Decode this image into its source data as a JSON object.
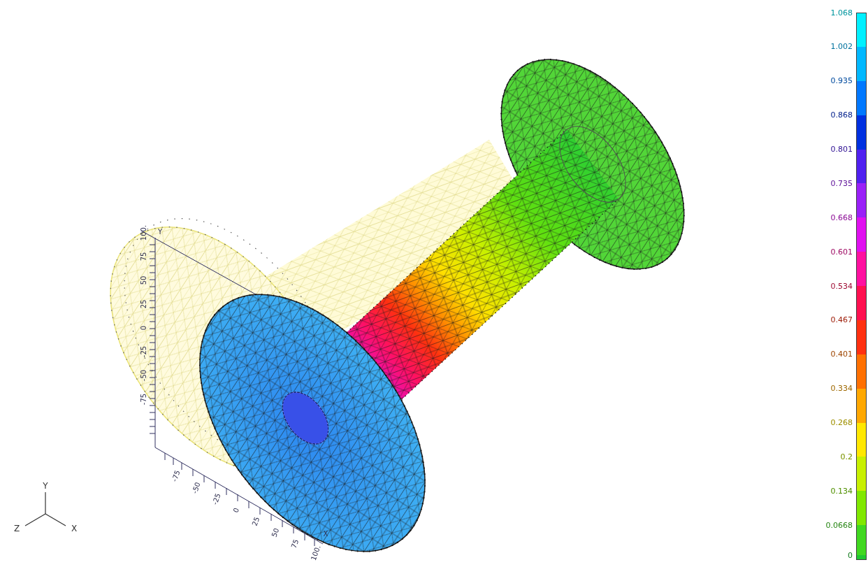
{
  "diagram": {
    "labels": [
      "100.",
      "75",
      "50",
      "25",
      "0",
      "-25",
      "-50",
      "-75",
      "Y",
      "-75",
      "-50",
      "-25",
      "0",
      "25",
      "50",
      "75",
      "100.",
      "X",
      "Y",
      "Z",
      "X"
    ],
    "legend": [
      {
        "text": "1.068",
        "color": "#00f0ff"
      },
      {
        "text": "1.002",
        "color": "#00b8ff"
      },
      {
        "text": "0.935",
        "color": "#0078ff"
      },
      {
        "text": "0.868",
        "color": "#0030e0"
      },
      {
        "text": "0.801",
        "color": "#5020f0"
      },
      {
        "text": "0.735",
        "color": "#9a20f8"
      },
      {
        "text": "0.668",
        "color": "#e010f0"
      },
      {
        "text": "0.601",
        "color": "#ff10a0"
      },
      {
        "text": "0.534",
        "color": "#ff1050"
      },
      {
        "text": "0.467",
        "color": "#ff3010"
      },
      {
        "text": "0.401",
        "color": "#ff7000"
      },
      {
        "text": "0.334",
        "color": "#ffa800"
      },
      {
        "text": "0.268",
        "color": "#ffe800"
      },
      {
        "text": "0.2",
        "color": "#c8f000"
      },
      {
        "text": "0.134",
        "color": "#80e800"
      },
      {
        "text": "0.0668",
        "color": "#40d820"
      },
      {
        "text": "0",
        "color": "#20c830"
      }
    ]
  }
}
